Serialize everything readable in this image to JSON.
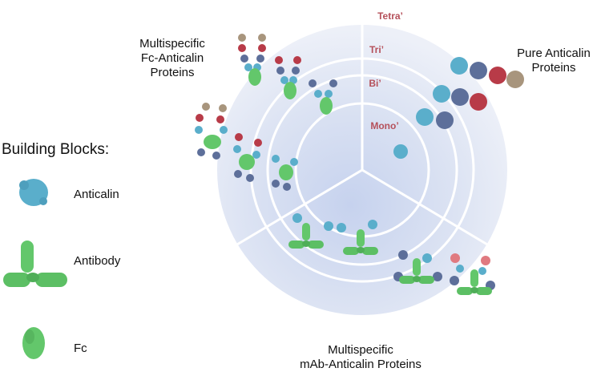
{
  "legend": {
    "title": "Building Blocks:",
    "items": [
      {
        "label": "Anticalin",
        "icon": "anticalin-icon"
      },
      {
        "label": "Antibody",
        "icon": "antibody-icon"
      },
      {
        "label": "Fc",
        "icon": "fc-icon"
      }
    ]
  },
  "rings": [
    "Mono’",
    "Bi’",
    "Tri’",
    "Tetra’"
  ],
  "regions": {
    "fc_anticalin": [
      "Multispecific",
      "Fc-Anticalin",
      "Proteins"
    ],
    "pure_anticalin": [
      "Pure Anticalin",
      "Proteins"
    ],
    "mab_anticalin": [
      "Multispecific",
      "mAb-Anticalin Proteins"
    ]
  },
  "colors": {
    "anticalin_blue": "#5aaecb",
    "slate_blue": "#5d6f9a",
    "red": "#b83b48",
    "tan": "#a8957d",
    "pink": "#e07a80",
    "antibody_green": "#63c76b",
    "ring_label": "#b5505a",
    "disc_outer": "#e6ebf6",
    "disc_inner": "#c9d4ee"
  }
}
